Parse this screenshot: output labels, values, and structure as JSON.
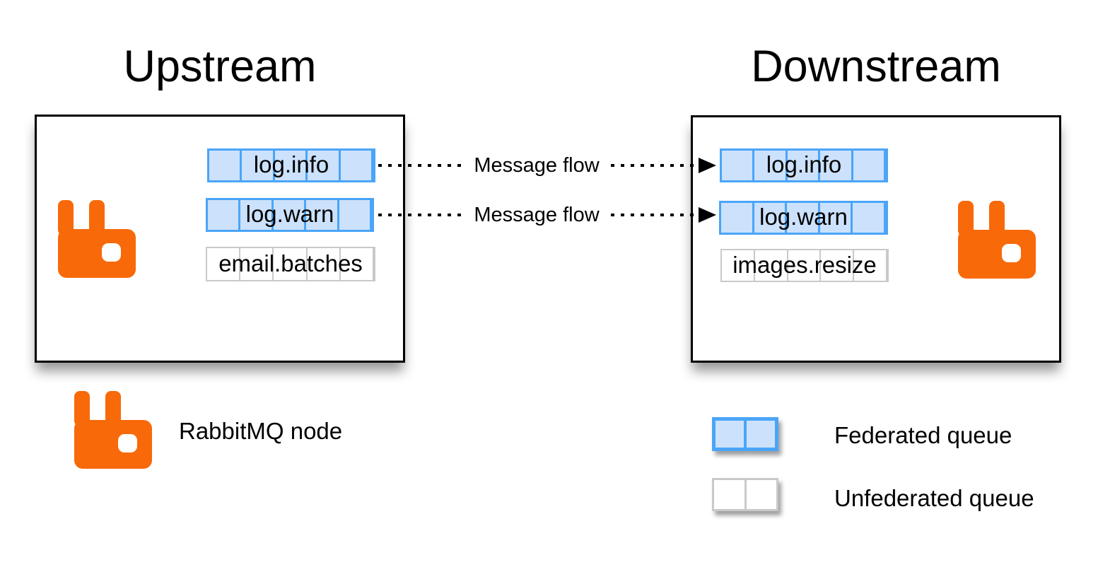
{
  "titles": {
    "upstream": "Upstream",
    "downstream": "Downstream"
  },
  "upstream_box": {
    "queues": [
      {
        "label": "log.info",
        "type": "federated"
      },
      {
        "label": "log.warn",
        "type": "federated"
      },
      {
        "label": "email.batches",
        "type": "unfederated"
      }
    ]
  },
  "downstream_box": {
    "queues": [
      {
        "label": "log.info",
        "type": "federated"
      },
      {
        "label": "log.warn",
        "type": "federated"
      },
      {
        "label": "images.resize",
        "type": "unfederated"
      }
    ]
  },
  "flows": [
    {
      "label": "Message flow"
    },
    {
      "label": "Message flow"
    }
  ],
  "legend": {
    "node_label": "RabbitMQ node",
    "federated_label": "Federated queue",
    "unfederated_label": "Unfederated queue"
  },
  "icons": {
    "rabbitmq_logo": "rabbitmq-logo-icon"
  },
  "colors": {
    "rabbit_orange": "#f8690a",
    "federated_border": "#4aa5f8",
    "federated_fill": "#cce1fb",
    "unfederated_border": "#c9c9c9",
    "box_border": "#000000",
    "arrow_color": "#000000",
    "text_color": "#000000"
  }
}
